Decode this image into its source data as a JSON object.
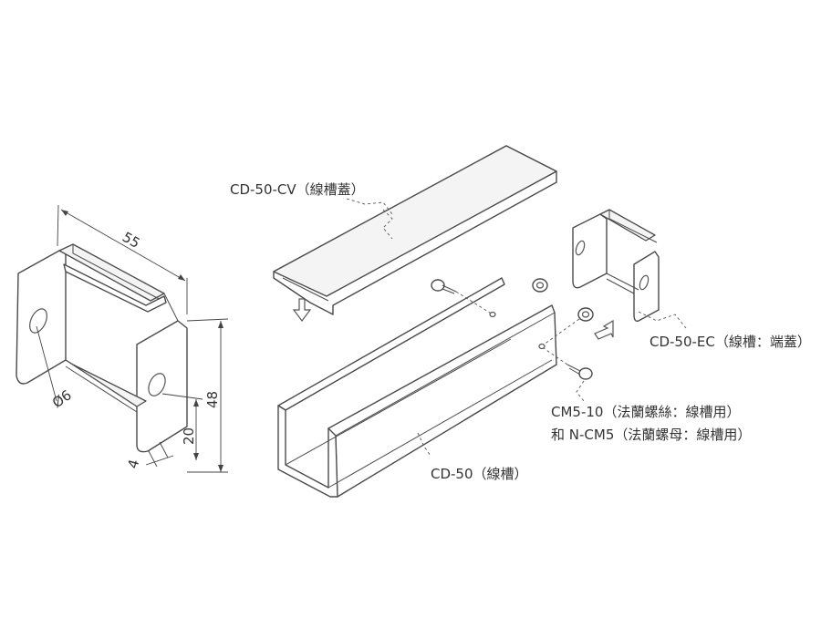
{
  "labels": {
    "cover": "CD-50-CV（線槽蓋）",
    "end_cap": "CD-50-EC（線槽：端蓋）",
    "screw_line1": "CM5-10（法蘭螺絲：線槽用）",
    "screw_line2": "和 N-CM5（法蘭螺母：線槽用）",
    "duct": "CD-50（線槽）"
  },
  "dimensions": {
    "width": "55",
    "height": "48",
    "slot_height": "20",
    "thickness": "4",
    "hole": "Ø6"
  }
}
